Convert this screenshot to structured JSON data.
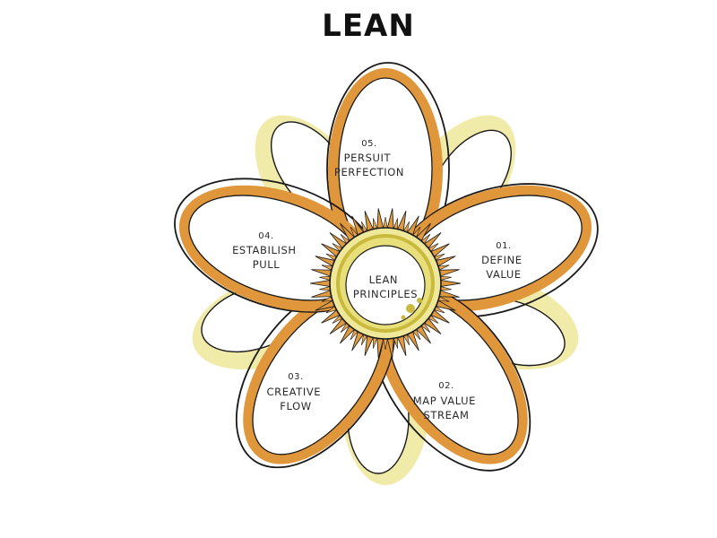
{
  "title": "LEAN",
  "center": {
    "lines": [
      "LEAN",
      "PRINCIPLES"
    ]
  },
  "petals": [
    {
      "number": "01.",
      "lines": [
        "DEFINE",
        "VALUE"
      ]
    },
    {
      "number": "02.",
      "lines": [
        "MAP VALUE",
        "STREAM"
      ]
    },
    {
      "number": "03.",
      "lines": [
        "CREATIVE",
        "FLOW"
      ]
    },
    {
      "number": "04.",
      "lines": [
        "ESTABILISH",
        "PULL"
      ]
    },
    {
      "number": "05.",
      "lines": [
        "PERSUIT",
        "PERFECTION"
      ]
    }
  ],
  "colors": {
    "petal_outline": "#e0963a",
    "petal_fill": "#ffffff",
    "ink": "#1a1a1a",
    "pale_yellow": "#efe79a",
    "center_yellow": "#e8df7a",
    "center_ring": "#c9b93c",
    "sun_ray": "#e09a3e"
  }
}
